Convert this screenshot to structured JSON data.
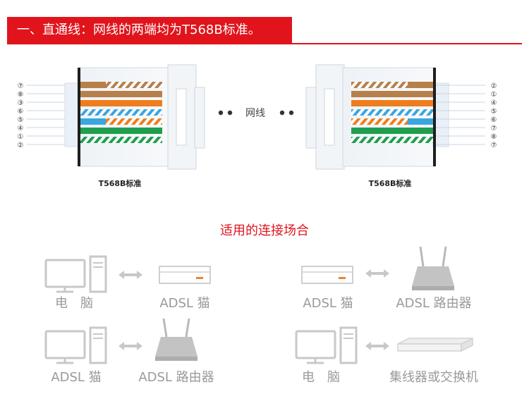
{
  "header": {
    "title": "一、直通线：网线的两端均为T568B标准。"
  },
  "cable": {
    "label": "网线"
  },
  "connectors": {
    "left": {
      "label": "T568B标准",
      "pins": [
        "⑦",
        "⑧",
        "③",
        "⑥",
        "⑤",
        "④",
        "①",
        "②"
      ]
    },
    "right": {
      "label": "T568B标准",
      "pins": [
        "②",
        "①",
        "④",
        "⑤",
        "⑥",
        "⑦",
        "⑧",
        "⑦"
      ]
    }
  },
  "section": {
    "title": "适用的连接场合"
  },
  "scenarios": [
    {
      "left": "电　脑",
      "right": "ADSL 猫"
    },
    {
      "left": "ADSL 猫",
      "right": "ADSL 路由器"
    },
    {
      "left": "ADSL 猫",
      "right": "ADSL 路由器"
    },
    {
      "left": "电　脑",
      "right": "集线器或交换机"
    }
  ],
  "colors": {
    "accent": "#e1141c",
    "device_gray": "#c8c8c8",
    "label_gray": "#9a9a9a",
    "wire_orange": "#ef7d1c",
    "wire_brown": "#b7804a",
    "wire_blue": "#3aa6e0",
    "wire_green": "#1f9e50"
  }
}
